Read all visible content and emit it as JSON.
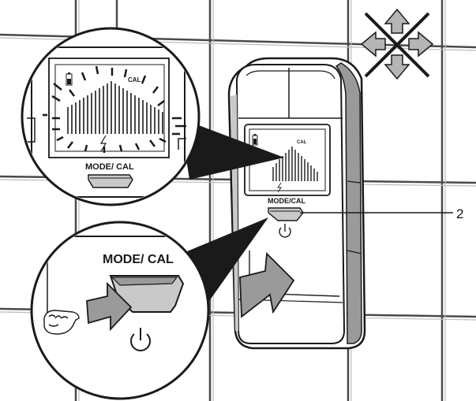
{
  "device": {
    "mode_cal_label": "MODE/CAL",
    "cal_indicator": "CAL"
  },
  "zoom_top": {
    "mode_cal_label": "MODE/ CAL",
    "cal_indicator": "CAL"
  },
  "zoom_bottom": {
    "mode_cal_label": "MODE/ CAL"
  },
  "callout": {
    "number": "2"
  },
  "colors": {
    "line": "#1a1a1a",
    "fill_gray": "#9a9a9a",
    "light_gray": "#c9c9c9",
    "background": "#ffffff"
  },
  "icons": [
    "move-arrows-crossed-icon",
    "power-icon",
    "battery-icon",
    "lightning-icon",
    "hand-icon",
    "push-arrow-icon"
  ]
}
